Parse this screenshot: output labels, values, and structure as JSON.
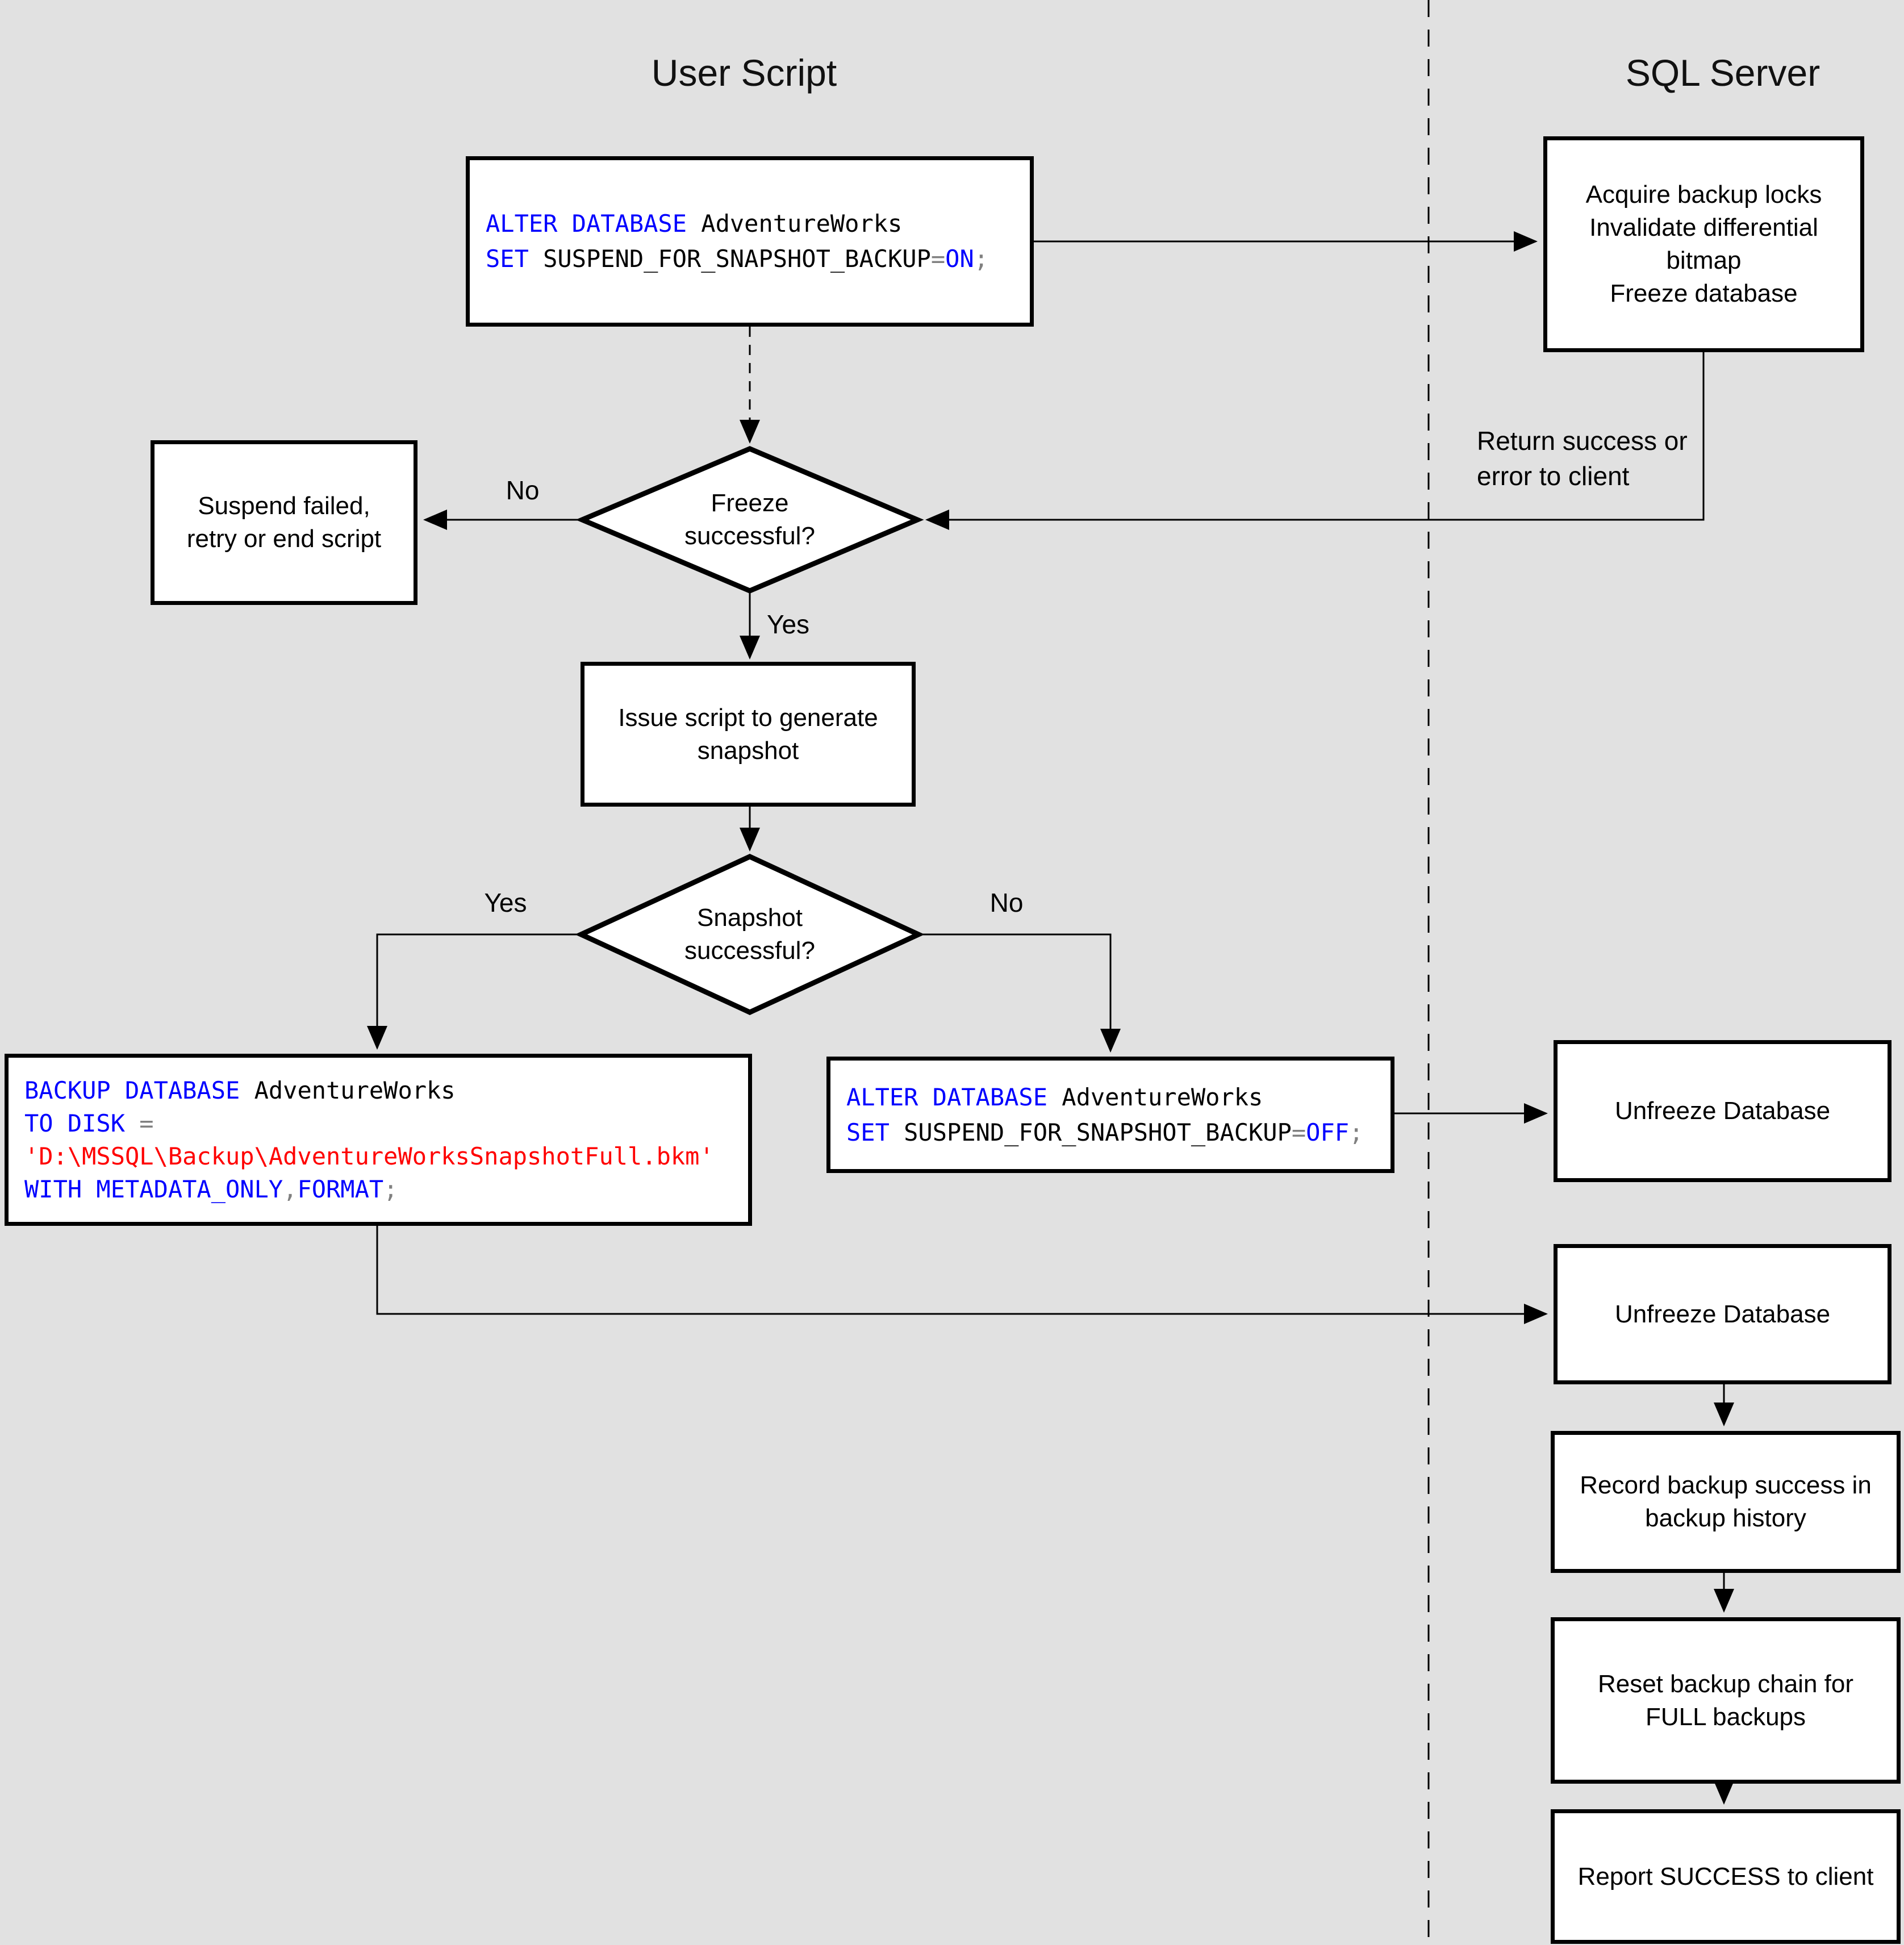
{
  "titles": {
    "left": "User Script",
    "right": "SQL Server"
  },
  "colors": {
    "background": "#e1e1e1",
    "keyword": "#0000ff",
    "identifier": "#000000",
    "operator": "#808080",
    "string": "#ff0000",
    "box-border": "#000000",
    "line": "#000000"
  },
  "labels": {
    "freeze_no": "No",
    "freeze_yes": "Yes",
    "snapshot_yes": "Yes",
    "snapshot_no": "No",
    "return_note": {
      "line1": "Return success or",
      "line2": "error to client"
    }
  },
  "decisions": {
    "freeze": {
      "line1": "Freeze",
      "line2": "successful?"
    },
    "snapshot": {
      "line1": "Snapshot",
      "line2": "successful?"
    }
  },
  "process": {
    "acquire": {
      "line1": "Acquire backup locks",
      "line2": "Invalidate differential bitmap",
      "line3": "Freeze database"
    },
    "suspend": {
      "line1": "Suspend failed,",
      "line2": "retry or end script"
    },
    "issue": {
      "text": "Issue script to generate snapshot"
    },
    "unfreeze1": {
      "text": "Unfreeze Database"
    },
    "unfreeze2": {
      "text": "Unfreeze Database"
    },
    "record": {
      "text": "Record backup success in backup history"
    },
    "reset": {
      "text": "Reset backup chain for FULL backups"
    },
    "report": {
      "text": "Report SUCCESS to client"
    }
  },
  "code": {
    "alter_on": {
      "l1": [
        {
          "t": "ALTER DATABASE"
        },
        {
          "t": " AdventureWorks"
        }
      ],
      "l2": [
        {
          "t": "SET"
        },
        {
          "t": " SUSPEND_FOR_SNAPSHOT_BACKUP"
        },
        {
          "t": "="
        },
        {
          "t": "ON"
        },
        {
          "t": ";"
        }
      ]
    },
    "backup": {
      "l1": [
        {
          "t": "BACKUP DATABASE"
        },
        {
          "t": " AdventureWorks"
        }
      ],
      "l2": [
        {
          "t": "TO DISK"
        },
        {
          "t": " ="
        }
      ],
      "l3": [
        {
          "t": "'D:\\MSSQL\\Backup\\AdventureWorksSnapshotFull.bkm'"
        }
      ],
      "l4": [
        {
          "t": "WITH METADATA_ONLY"
        },
        {
          "t": ","
        },
        {
          "t": "FORMAT"
        },
        {
          "t": ";"
        }
      ]
    },
    "alter_off": {
      "l1": [
        {
          "t": "ALTER DATABASE"
        },
        {
          "t": " AdventureWorks"
        }
      ],
      "l2": [
        {
          "t": "SET"
        },
        {
          "t": " SUSPEND_FOR_SNAPSHOT_BACKUP"
        },
        {
          "t": "="
        },
        {
          "t": "OFF"
        },
        {
          "t": ";"
        }
      ]
    }
  }
}
